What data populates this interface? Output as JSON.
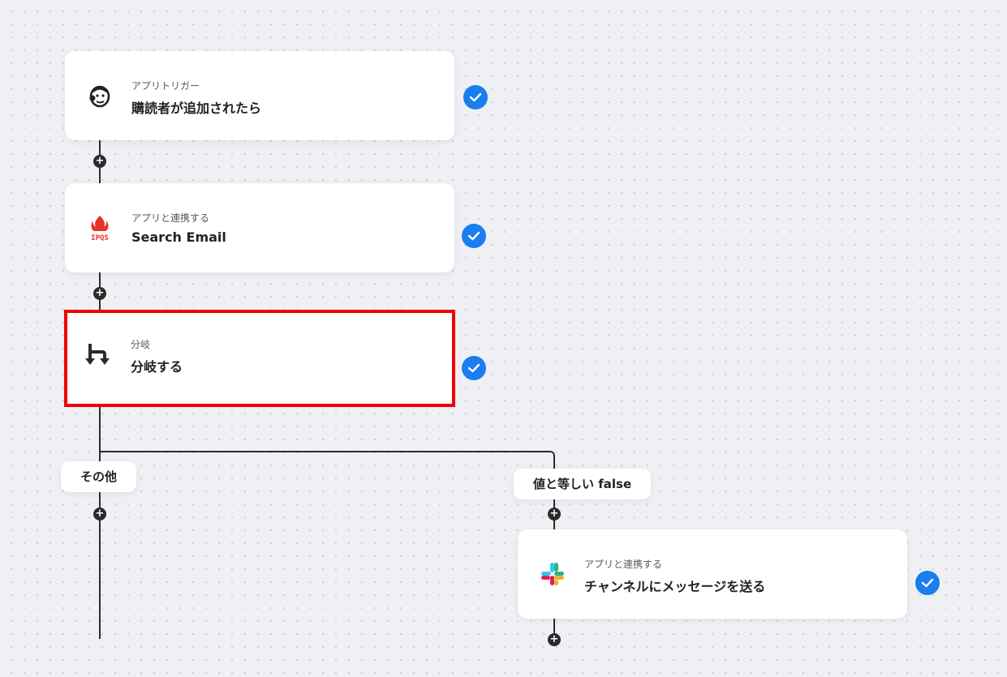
{
  "flow": {
    "steps": [
      {
        "type_label": "アプリトリガー",
        "title": "購読者が追加されたら",
        "icon": "mailchimp-icon"
      },
      {
        "type_label": "アプリと連携する",
        "title": "Search Email",
        "icon": "ipqs-icon",
        "icon_text": "IPQS"
      },
      {
        "type_label": "分岐",
        "title": "分岐する",
        "icon": "branch-icon"
      }
    ],
    "branches": {
      "default_label": "その他",
      "condition_label": "値と等しい false",
      "condition_step": {
        "type_label": "アプリと連携する",
        "title": "チャンネルにメッセージを送る",
        "icon": "slack-icon"
      }
    }
  },
  "colors": {
    "check": "#1a7df0",
    "highlight": "#f00000",
    "ipqs": "#e8312a"
  }
}
